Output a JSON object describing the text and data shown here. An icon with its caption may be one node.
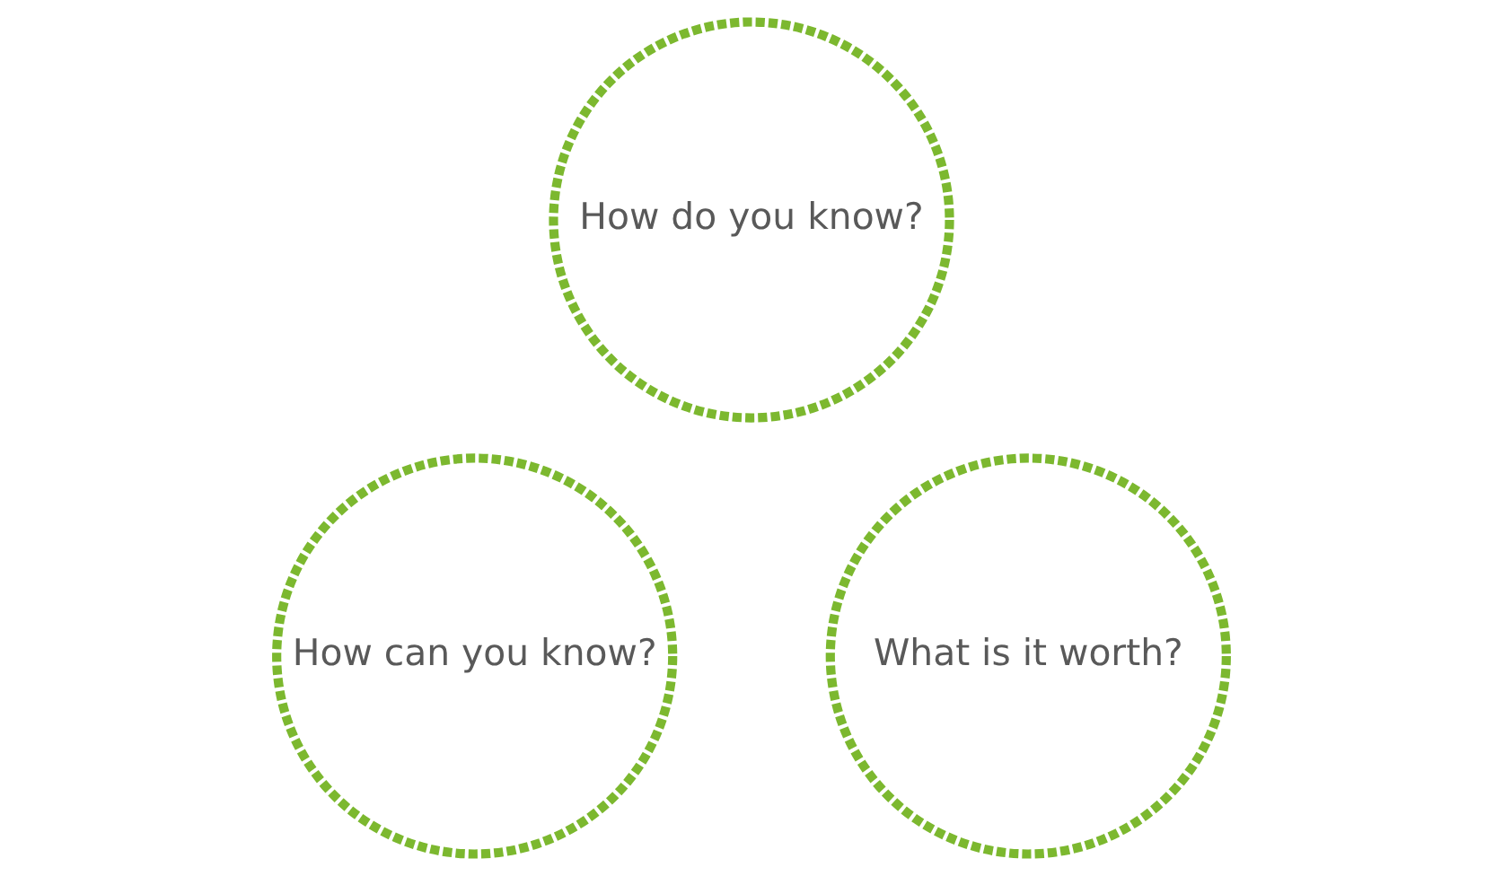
{
  "diagram": {
    "nodes": [
      {
        "text": [
          "How do you know?"
        ]
      },
      {
        "text": [
          "How can you know?"
        ]
      },
      {
        "text": [
          "What is it worth?"
        ]
      }
    ]
  }
}
